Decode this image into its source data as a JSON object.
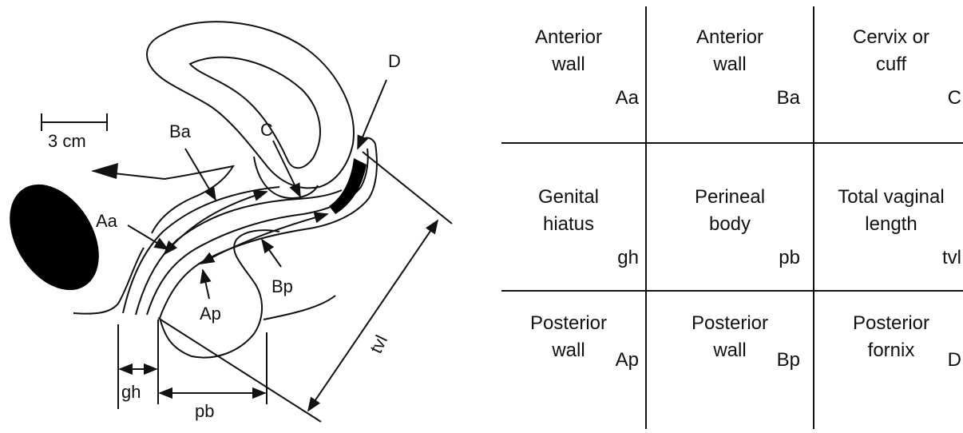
{
  "diagram": {
    "scale_label": "3 cm",
    "labels": {
      "D": "D",
      "C": "C",
      "Ba": "Ba",
      "Aa": "Aa",
      "Ap": "Ap",
      "Bp": "Bp",
      "gh": "gh",
      "pb": "pb",
      "tvl": "tvl"
    }
  },
  "legend": {
    "cells": [
      {
        "name": "Anterior\nwall",
        "code": "Aa"
      },
      {
        "name": "Anterior\nwall",
        "code": "Ba"
      },
      {
        "name": "Cervix or\ncuff",
        "code": "C"
      },
      {
        "name": "Genital\nhiatus",
        "code": "gh"
      },
      {
        "name": "Perineal\nbody",
        "code": "pb"
      },
      {
        "name": "Total vaginal\nlength",
        "code": "tvl"
      },
      {
        "name": "Posterior\nwall",
        "code": "Ap"
      },
      {
        "name": "Posterior\nwall",
        "code": "Bp"
      },
      {
        "name": "Posterior\nfornix",
        "code": "D"
      }
    ]
  }
}
